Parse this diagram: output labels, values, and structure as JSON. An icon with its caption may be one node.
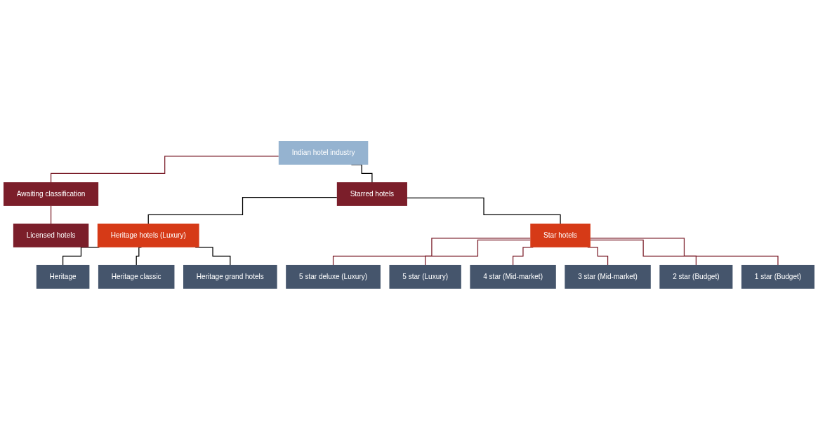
{
  "diagram": {
    "nodes": [
      {
        "text": [
          "Indian hotel industry"
        ]
      },
      {
        "text": [
          "Starred hotels"
        ]
      },
      {
        "text": [
          "Awaiting classification"
        ]
      },
      {
        "text": [
          "Licensed hotels"
        ]
      },
      {
        "text": [
          "Heritage hotels (Luxury)"
        ]
      },
      {
        "text": [
          "Star hotels"
        ]
      },
      {
        "text": [
          "Heritage"
        ]
      },
      {
        "text": [
          "Heritage classic"
        ]
      },
      {
        "text": [
          "Heritage grand hotels"
        ]
      },
      {
        "text": [
          "5 star deluxe (Luxury)"
        ]
      },
      {
        "text": [
          "5 star (Luxury)"
        ]
      },
      {
        "text": [
          "4 star (Mid-market)"
        ]
      },
      {
        "text": [
          "3 star (Mid-market)"
        ]
      },
      {
        "text": [
          "2 star (Budget)"
        ]
      },
      {
        "text": [
          "1 star (Budget)"
        ]
      }
    ],
    "edges": [
      {
        "from": 0,
        "to": 1,
        "arrow": "none",
        "color": "#000000"
      },
      {
        "from": 0,
        "to": 2,
        "arrow": "none"
      },
      {
        "from": 2,
        "to": 3,
        "arrow": "none"
      },
      {
        "from": 1,
        "to": 4,
        "arrow": "none",
        "color": "#000000"
      },
      {
        "from": 1,
        "to": 5,
        "arrow": "none",
        "color": "#000000"
      },
      {
        "from": 4,
        "to": 6,
        "arrow": "none",
        "color": "#000000"
      },
      {
        "from": 4,
        "to": 7,
        "arrow": "none",
        "color": "#000000"
      },
      {
        "from": 4,
        "to": 8,
        "arrow": "none",
        "color": "#000000"
      },
      {
        "from": 5,
        "to": 9,
        "arrow": "none"
      },
      {
        "from": 5,
        "to": 10,
        "arrow": "none"
      },
      {
        "from": 5,
        "to": 11,
        "arrow": "none"
      },
      {
        "from": 5,
        "to": 12,
        "arrow": "none"
      },
      {
        "from": 5,
        "to": 13,
        "arrow": "none"
      },
      {
        "from": 5,
        "to": 14,
        "arrow": "none"
      }
    ]
  }
}
